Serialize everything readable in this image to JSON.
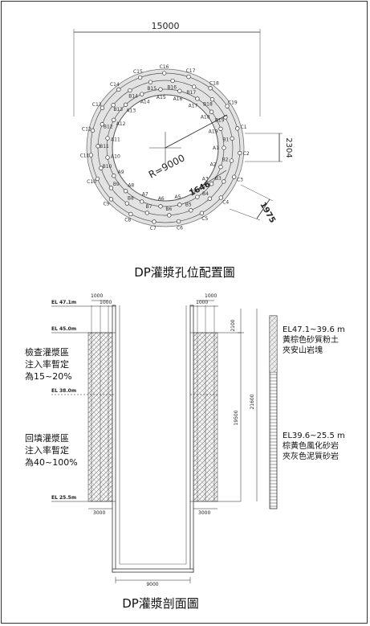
{
  "plan": {
    "caption": "DP灌漿孔位配置圖",
    "dims": {
      "width": "15000",
      "radius": "R=9000",
      "gap": "1646",
      "side": "2304",
      "bottom": "1975"
    },
    "holes": {
      "A": [
        "A1",
        "A2",
        "A3",
        "A4",
        "A5",
        "A6",
        "A7",
        "A8",
        "A9",
        "A10",
        "A11",
        "A12",
        "A13",
        "A14",
        "A15",
        "A16",
        "A17",
        "A18",
        "A19"
      ],
      "B": [
        "B1",
        "B2",
        "B3",
        "B4",
        "B5",
        "B6",
        "B7",
        "B8",
        "B9",
        "B10",
        "B11",
        "B12",
        "B13",
        "B14",
        "B15",
        "B16",
        "B17",
        "B18",
        "B19"
      ],
      "C": [
        "C1",
        "C2",
        "C3",
        "C4",
        "C5",
        "C6",
        "C7",
        "C8",
        "C9",
        "C10",
        "C11",
        "C12",
        "C13",
        "C14",
        "C15",
        "C16",
        "C17",
        "C18",
        "C19"
      ]
    }
  },
  "section": {
    "caption": "DP灌漿剖面圖",
    "elevations": {
      "el1": "EL 47.1m",
      "el2": "EL 45.0m",
      "el3": "EL 38.0m",
      "el4": "EL 25.5m"
    },
    "dims": {
      "top_left_a": "1000",
      "top_left_b": "1000",
      "top_right_a": "1000",
      "top_right_b": "1000",
      "d2100": "2100",
      "d19500": "19500",
      "d21600": "21600",
      "bot_left": "3000",
      "bot_right": "3000",
      "base": "9000"
    },
    "zone_check": {
      "line1": "檢查灌漿區",
      "line2": "注入率暫定",
      "line3": "為15~20%"
    },
    "zone_backfill": {
      "line1": "回填灌漿區",
      "line2": "注入率暫定",
      "line3": "為40~100%"
    },
    "strata_upper": {
      "line1": "EL47.1~39.6 m",
      "line2": "黃棕色砂質粉土",
      "line3": "夾安山岩塊"
    },
    "strata_lower": {
      "line1": "EL39.6~25.5 m",
      "line2": "棕黃色風化砂岩",
      "line3": "夾灰色泥質砂岩"
    }
  }
}
